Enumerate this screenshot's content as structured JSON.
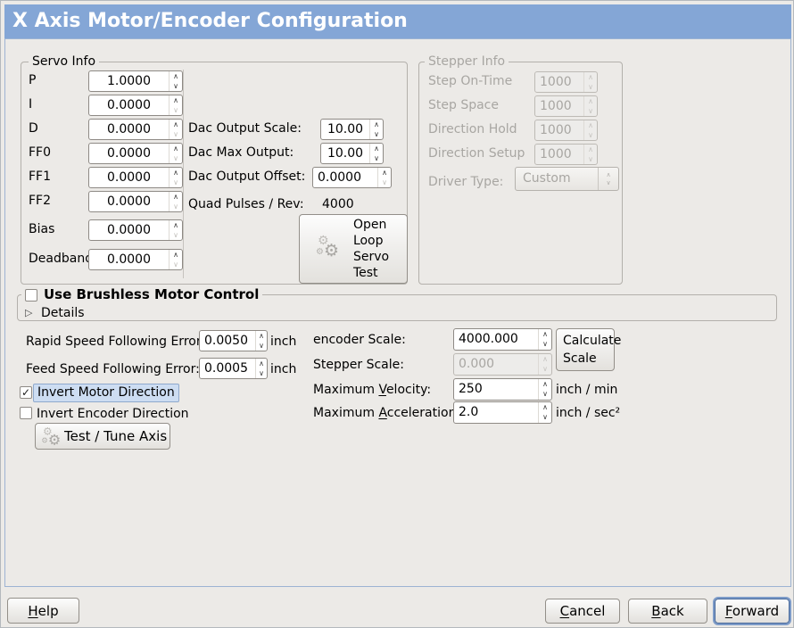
{
  "window": {
    "title": "X Axis Motor/Encoder Configuration"
  },
  "colors": {
    "titlebar": "#84a6d6",
    "focus_ring": "#7d9bc8",
    "selection_highlight": "#cdddf2",
    "disabled_text": "#a8a6a2"
  },
  "icons": {
    "gear": "⚙",
    "check": "✓",
    "expander_collapsed": "▷",
    "spin_up": "∧",
    "spin_down": "∨"
  },
  "servo_info": {
    "title": "Servo Info",
    "rows": [
      {
        "label": "P",
        "value": "1.0000"
      },
      {
        "label": "I",
        "value": "0.0000"
      },
      {
        "label": "D",
        "value": "0.0000"
      },
      {
        "label": "FF0",
        "value": "0.0000"
      },
      {
        "label": "FF1",
        "value": "0.0000"
      },
      {
        "label": "FF2",
        "value": "0.0000"
      },
      {
        "label": "Bias",
        "value": "0.0000"
      },
      {
        "label": "Deadband",
        "value": "0.0000"
      }
    ],
    "dac": [
      {
        "label": "Dac Output Scale:",
        "value": "10.00"
      },
      {
        "label": "Dac Max Output:",
        "value": "10.00"
      },
      {
        "label": "Dac Output Offset:",
        "value": "0.0000"
      }
    ],
    "quad_label": "Quad Pulses / Rev:",
    "quad_value": "4000",
    "open_loop_button": "Open\nLoop\nServo\nTest"
  },
  "stepper_info": {
    "title": "Stepper Info",
    "rows": [
      {
        "label": "Step On-Time",
        "value": "1000"
      },
      {
        "label": "Step Space",
        "value": "1000"
      },
      {
        "label": "Direction Hold",
        "value": "1000"
      },
      {
        "label": "Direction Setup",
        "value": "1000"
      }
    ],
    "driver_type_label": "Driver Type:",
    "driver_type_value": "Custom"
  },
  "brushless": {
    "title": "Use Brushless Motor Control",
    "details_label": "Details"
  },
  "following_error": {
    "rapid_label": "Rapid Speed Following Error:",
    "rapid_value": "0.0050",
    "rapid_unit": "inch",
    "feed_label": "Feed Speed Following Error:",
    "feed_value": "0.0005",
    "feed_unit": "inch"
  },
  "scale": {
    "encoder_label": "encoder Scale:",
    "encoder_value": "4000.000",
    "stepper_label": "Stepper Scale:",
    "stepper_value": "0.000",
    "calculate_button": "Calculate\nScale",
    "max_velocity": {
      "pre": "Maximum ",
      "letter": "V",
      "rest": "elocity:",
      "value": "250",
      "unit": "inch / min"
    },
    "max_accel": {
      "pre": "Maximum ",
      "letter": "A",
      "rest": "cceleration:",
      "value": "2.0",
      "unit": "inch / sec²"
    }
  },
  "options": {
    "invert_motor_label": "Invert Motor Direction",
    "invert_encoder_label": "Invert Encoder Direction",
    "test_tune_button": "Test / Tune Axis"
  },
  "nav": {
    "help": {
      "letter": "H",
      "rest": "elp"
    },
    "cancel": {
      "letter": "C",
      "rest": "ancel"
    },
    "back": {
      "letter": "B",
      "rest": "ack"
    },
    "forward": {
      "letter": "F",
      "rest": "orward"
    }
  }
}
